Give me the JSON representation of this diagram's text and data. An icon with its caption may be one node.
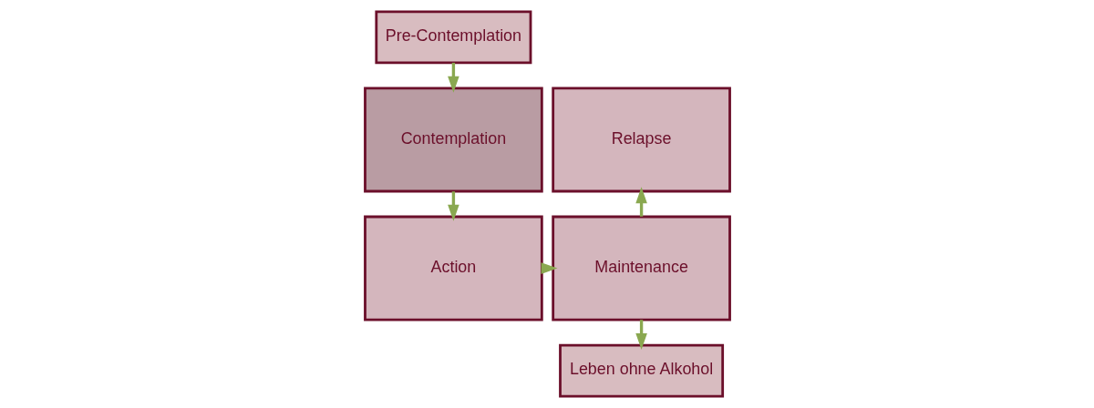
{
  "diagram": {
    "nodes": [
      {
        "text": [
          "Pre-Contemplation"
        ]
      },
      {
        "text": [
          "Relapse"
        ]
      },
      {
        "text": [
          "Contemplation"
        ]
      },
      {
        "text": [
          "Maintenance"
        ]
      },
      {
        "text": [
          "Action"
        ]
      },
      {
        "text": [
          "Leben ohne Alkohol"
        ]
      }
    ],
    "edges": [
      {
        "from": 0,
        "to": 2,
        "arrow": "to"
      },
      {
        "from": 2,
        "to": 4,
        "arrow": "to"
      },
      {
        "from": 4,
        "to": 3,
        "arrow": "to"
      },
      {
        "from": 3,
        "to": 1,
        "arrow": "to"
      },
      {
        "from": 3,
        "to": 5,
        "arrow": "to"
      }
    ]
  }
}
